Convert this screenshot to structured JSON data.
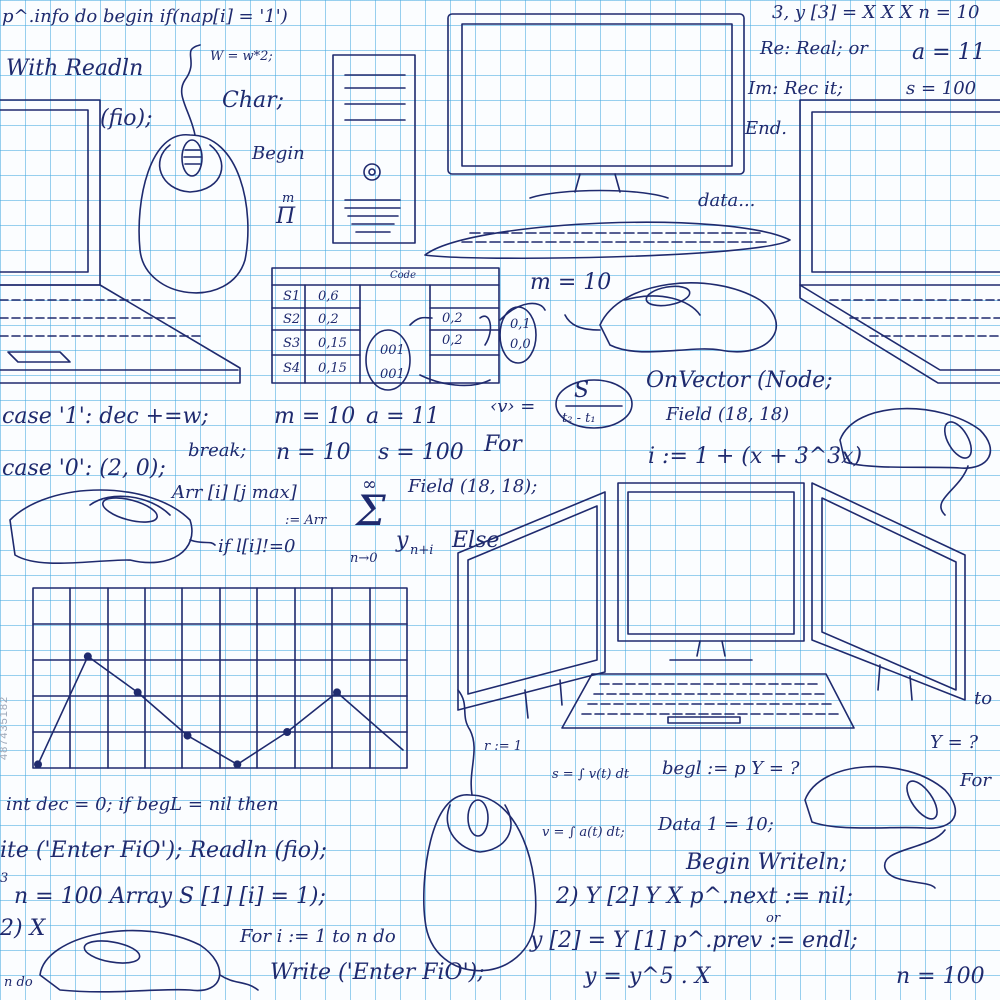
{
  "colors": {
    "ink": "#1f2a6e",
    "grid": "#46aae1",
    "paper": "#fbfdff"
  },
  "icons": [
    "computer-mouse-icon",
    "laptop-icon",
    "desktop-monitor-icon",
    "keyboard-icon",
    "system-unit-icon",
    "line-graph-icon"
  ],
  "notes": {
    "top_info": "p^.info do begin if(nap[i] = '1')",
    "w_assign": "W = w*2;",
    "with_readln": "With Readln",
    "fio": "(fio);",
    "char": "Char;",
    "begin_left": "Begin",
    "pi_m": "m",
    "pi": "Π",
    "top_right_formula": "3, y [3] = X   X   X   n = 10",
    "re_real": "Re: Real; or",
    "a_11_top": "a = 11",
    "im_rec": "Im: Rec it;",
    "s_100_top": "s = 100",
    "end": "End.",
    "data_dots": "data...",
    "table_code": "Code",
    "m_10_mid": "m = 10",
    "case_1": "case '1': dec +=w;",
    "m_10": "m = 10",
    "a_11": "a = 11",
    "break": "break;",
    "n_10": "n = 10",
    "s_100": "s = 100",
    "case_0": "case '0': (2, 0);",
    "arr_index": "Arr [i] [j max]",
    "assign_arr": ":= Arr",
    "if_line": "if l[i]!=0",
    "sum_inf": "∞",
    "sum_body": "y",
    "sum_sub": "n+i",
    "sum_lim": "n→0",
    "else": "Else",
    "for_mid": "For",
    "field_mid": "Field (18, 18);",
    "v_eq": "‹v› =",
    "frac_num": "S",
    "frac_den": "t₂ - t₁",
    "onvector": "OnVector (Node;",
    "field_right": "Field (18, 18)",
    "i_formula": "i := 1 + (x + 3^3x)",
    "r_1": "r := 1",
    "s_integral": "s = ∫ v(t) dt",
    "v_integral": "v = ∫ a(t) dt;",
    "begl": "begl := p Y = ?",
    "to": "to",
    "y_q": "Y = ?",
    "for_right": "For",
    "dec_line": "int dec = 0; if begL = nil then",
    "enter_fio": "ite ('Enter FiO'); Readln (fio);",
    "data_10": "Data 1 = 10;",
    "begin_writeln": "Begin Writeln;",
    "n_100_array": "n = 100 Array S [1] [i] = 1);",
    "y2": "2) Y [2] Y X   p^.next := nil;",
    "or": "or",
    "for_loop": "For i := 1 to n do",
    "write_fio": "Write ('Enter FiO');",
    "y_prev": "y [2] = Y [1]   p^.prev := endl;",
    "y_5": "y = y^5 . X",
    "n_100_bottom": "n = 100",
    "n_do": "n do",
    "left_2x": "2) X",
    "left_3": "3"
  },
  "table": {
    "rows": [
      {
        "label": "S1",
        "value": "0,6"
      },
      {
        "label": "S2",
        "value": "0,2"
      },
      {
        "label": "S3",
        "value": "0,15"
      },
      {
        "label": "S4",
        "value": "0,15"
      }
    ],
    "right_values": [
      "0,2",
      "0,2"
    ],
    "circle_values": [
      "0,1",
      "0,0"
    ],
    "bottom_values": [
      "001",
      "001"
    ]
  },
  "graph": {
    "points": [
      [
        0,
        0.02
      ],
      [
        1,
        0.62
      ],
      [
        2,
        0.42
      ],
      [
        3,
        0.18
      ],
      [
        4,
        0.02
      ],
      [
        5,
        0.2
      ],
      [
        6,
        0.42
      ]
    ]
  },
  "stamp": "487435182"
}
